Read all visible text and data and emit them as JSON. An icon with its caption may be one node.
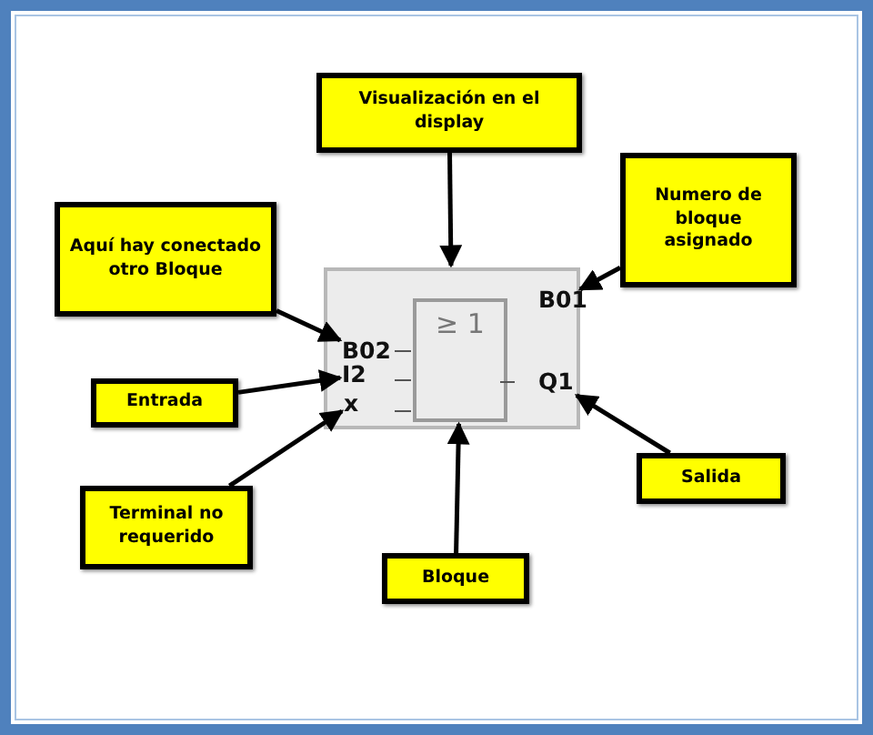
{
  "diagram": {
    "nodes": [
      {
        "text": [
          "Visualización en el display"
        ]
      },
      {
        "text": [
          "Numero de bloque asignado"
        ]
      },
      {
        "text": [
          "Aquí hay conectado otro Bloque"
        ]
      },
      {
        "text": [],
        "shape": "box"
      },
      {
        "text": [
          "≥ 1"
        ],
        "in": 3
      },
      {
        "text": [
          "B01"
        ],
        "in": 3
      },
      {
        "text": [
          "B02"
        ],
        "in": 3
      },
      {
        "text": [
          "I2"
        ],
        "in": 3
      },
      {
        "text": [
          "x"
        ],
        "in": 3
      },
      {
        "text": [
          "Q1"
        ],
        "in": 3
      },
      {
        "text": [
          "Entrada"
        ]
      },
      {
        "text": [
          "Terminal no requerido"
        ]
      },
      {
        "text": [
          "Salida"
        ]
      },
      {
        "text": [
          "Bloque"
        ]
      }
    ],
    "edges": [
      {
        "from": 0,
        "to": 3,
        "arrow": "to"
      },
      {
        "from": 1,
        "to": 5,
        "arrow": "to"
      },
      {
        "from": 2,
        "to": 6,
        "arrow": "to"
      },
      {
        "from": 10,
        "to": 7,
        "arrow": "to"
      },
      {
        "from": 11,
        "to": 8,
        "arrow": "to"
      },
      {
        "from": 12,
        "to": 9,
        "arrow": "to"
      },
      {
        "from": 13,
        "to": 4,
        "arrow": "to"
      }
    ]
  }
}
